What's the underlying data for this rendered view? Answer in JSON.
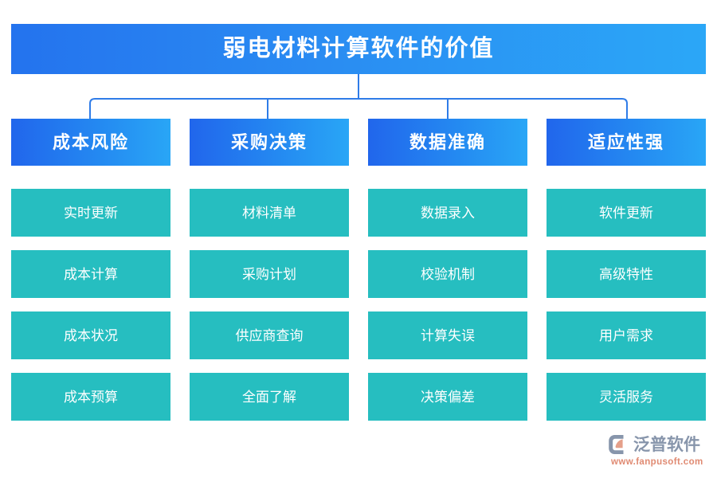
{
  "header": {
    "title": "弱电材料计算软件的价值"
  },
  "colors": {
    "title_gradient_start": "#2473ee",
    "title_gradient_end": "#2ba7f7",
    "category_gradient_start": "#2166ec",
    "category_gradient_end": "#29a6f6",
    "item_background": "#26bec0",
    "connector_line": "#2f7ce8",
    "logo_text": "#8795ab",
    "logo_url": "#e08a72",
    "logo_mark_outer": "#8795ab",
    "logo_mark_inner": "#e08a72"
  },
  "columns": [
    {
      "category": "成本风险",
      "items": [
        "实时更新",
        "成本计算",
        "成本状况",
        "成本预算"
      ]
    },
    {
      "category": "采购决策",
      "items": [
        "材料清单",
        "采购计划",
        "供应商查询",
        "全面了解"
      ]
    },
    {
      "category": "数据准确",
      "items": [
        "数据录入",
        "校验机制",
        "计算失误",
        "决策偏差"
      ]
    },
    {
      "category": "适应性强",
      "items": [
        "软件更新",
        "高级特性",
        "用户需求",
        "灵活服务"
      ]
    }
  ],
  "logo": {
    "name": "泛普软件",
    "url": "www.fanpusoft.com"
  }
}
